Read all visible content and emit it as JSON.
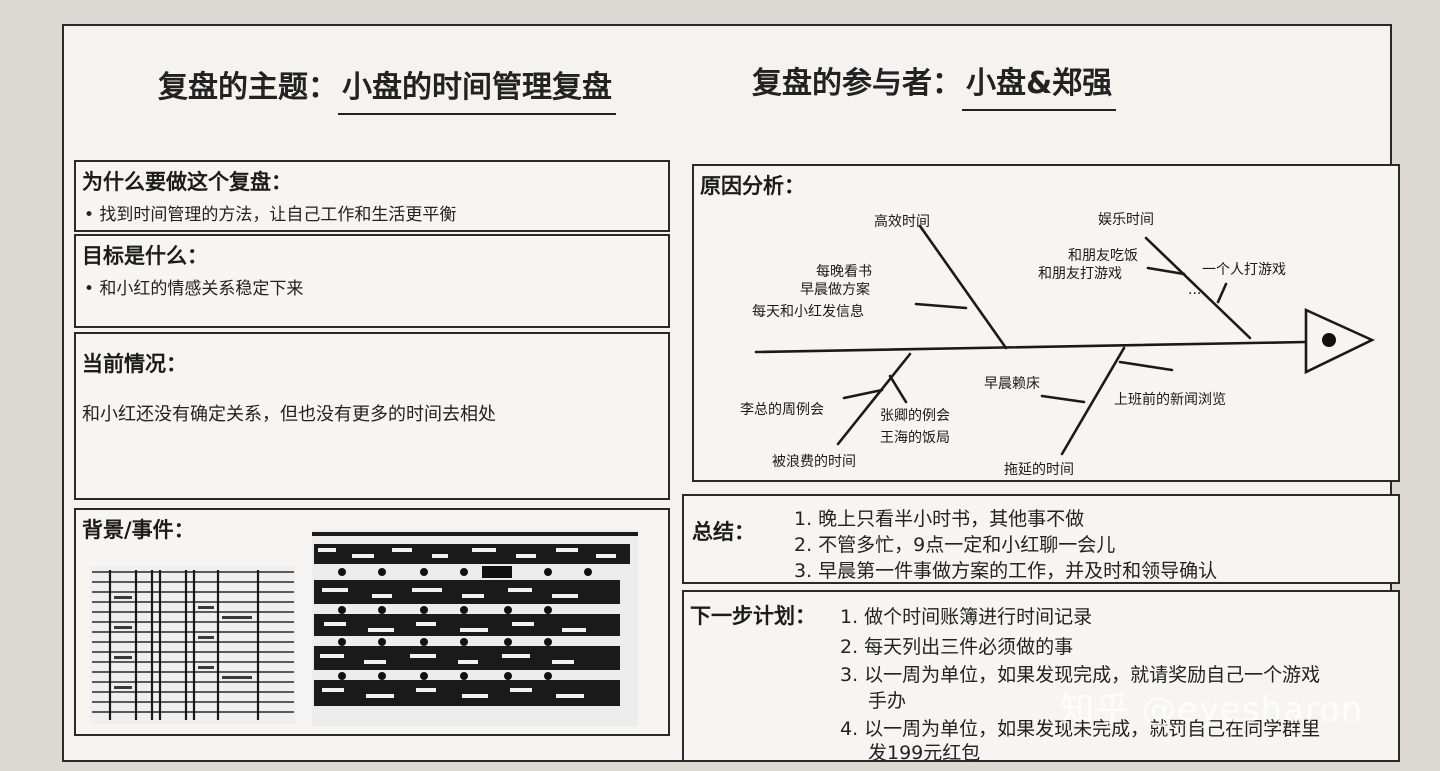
{
  "header": {
    "topic_label": "复盘的主题：",
    "topic_value": "小盘的时间管理复盘",
    "participants_label": "复盘的参与者：",
    "participants_value": "小盘&郑强"
  },
  "why": {
    "title": "为什么要做这个复盘：",
    "text": "• 找到时间管理的方法，让自己工作和生活更平衡"
  },
  "goal": {
    "title": "目标是什么：",
    "text": "• 和小红的情感关系稳定下来"
  },
  "current": {
    "title": "当前情况：",
    "text": "和小红还没有确定关系，但也没有更多的时间去相处"
  },
  "background": {
    "title": "背景/事件："
  },
  "analysis": {
    "title": "原因分析：",
    "efficient_time": "高效时间",
    "efficient_items": [
      "每晚看书",
      "早晨做方案",
      "每天和小红发信息"
    ],
    "entertainment_time": "娱乐时间",
    "entertainment_items": [
      "和朋友吃饭",
      "和朋友打游戏",
      "一个人打游戏",
      "..."
    ],
    "wasted_time": "被浪费的时间",
    "wasted_items": [
      "李总的周例会",
      "张卿的例会",
      "王海的饭局"
    ],
    "delayed_time": "拖延的时间",
    "delayed_items": [
      "早晨赖床",
      "上班前的新闻浏览"
    ]
  },
  "summary": {
    "title": "总结：",
    "items": [
      "1. 晚上只看半小时书，其他事不做",
      "2. 不管多忙，9点一定和小红聊一会儿",
      "3. 早晨第一件事做方案的工作，并及时和领导确认"
    ]
  },
  "next": {
    "title": "下一步计划：",
    "items": [
      "1. 做个时间账簿进行时间记录",
      "2. 每天列出三件必须做的事",
      "3. 以一周为单位，如果发现完成，就请奖励自己一个游戏",
      "手办",
      "4. 以一周为单位，如果发现未完成，就罚自己在同学群里",
      "发199元红包"
    ]
  },
  "watermark": "知乎 @eyesharon"
}
